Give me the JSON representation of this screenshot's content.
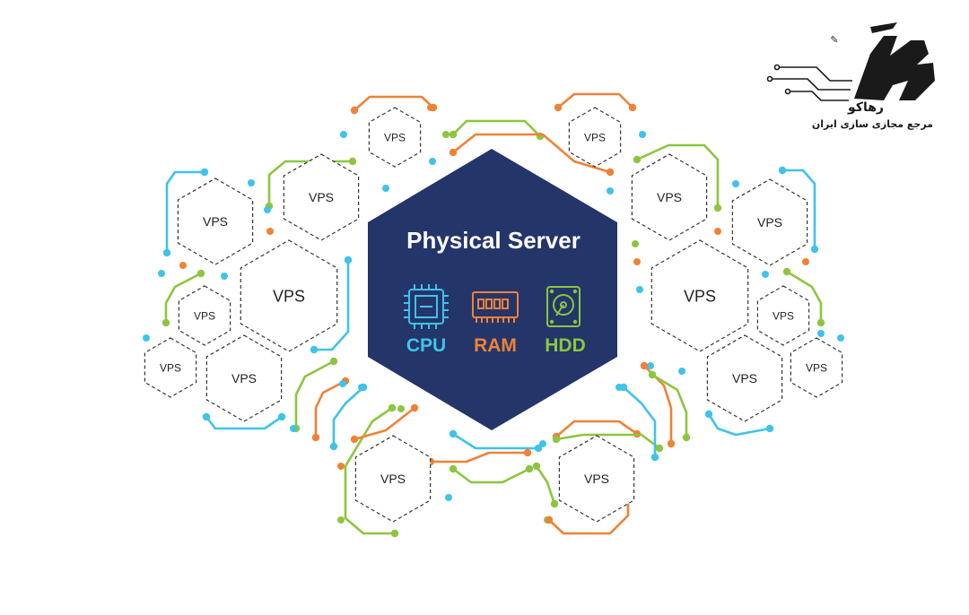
{
  "server": {
    "title": "Physical Server",
    "components": [
      {
        "label": "CPU",
        "icon": "cpu-icon",
        "color": "#3fc3ea"
      },
      {
        "label": "RAM",
        "icon": "ram-icon",
        "color": "#ef8236"
      },
      {
        "label": "HDD",
        "icon": "hdd-icon",
        "color": "#8cc63f"
      }
    ],
    "fill": "#24356a"
  },
  "vps_label": "VPS",
  "colors": {
    "blue": "#3fc3ea",
    "orange": "#ef8236",
    "green": "#8cc63f",
    "hex_border": "#333333"
  },
  "logo": {
    "name": "رهاکو",
    "tagline": "مرجع مجازی سازی ایران",
    "mark": "رهاکو"
  }
}
